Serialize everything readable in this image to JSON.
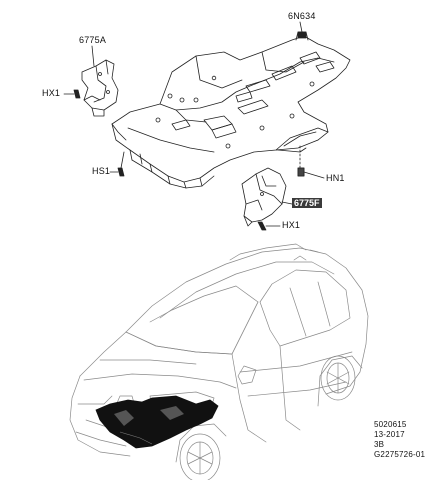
{
  "parts": {
    "p6775A": "6775A",
    "p6N634": "6N634",
    "pHX1_top": "HX1",
    "pHS1": "HS1",
    "pHN1": "HN1",
    "p6775F": "6775F",
    "pHX1_bottom": "HX1"
  },
  "reference": {
    "line1": "5020615",
    "line2": "13-2017",
    "line3": "3B",
    "line4": "G2275726-01"
  }
}
